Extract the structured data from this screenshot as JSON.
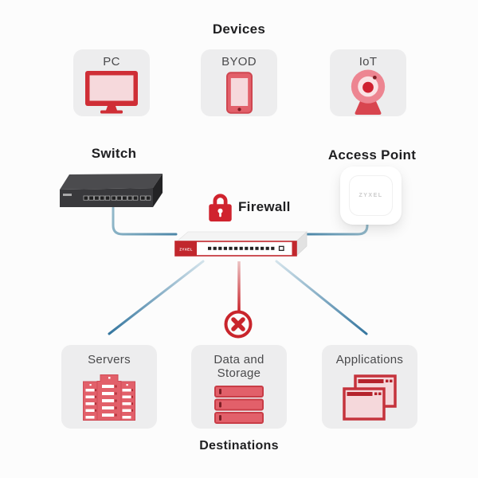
{
  "title_top": "Devices",
  "title_bottom": "Destinations",
  "cards_top": [
    {
      "label": "PC",
      "icon": "pc-monitor-icon"
    },
    {
      "label": "BYOD",
      "icon": "smartphone-icon"
    },
    {
      "label": "IoT",
      "icon": "webcam-icon"
    }
  ],
  "cards_bottom": [
    {
      "label": "Servers",
      "icon": "servers-icon"
    },
    {
      "label": "Data and Storage",
      "icon": "storage-icon"
    },
    {
      "label": "Applications",
      "icon": "app-windows-icon"
    }
  ],
  "nodes": {
    "switch": "Switch",
    "access_point": "Access Point",
    "firewall": "Firewall"
  },
  "brand": {
    "firewall": "ZYXEL",
    "access_point": "ZYXEL"
  },
  "blocked_indicator": "x-circle (traffic blocked between firewall and Data and Storage)",
  "colors": {
    "accent_red": "#c9252c",
    "salmon": "#e2606a",
    "pink_fill": "#f6d9dc",
    "line_blue": "#4d87a8",
    "card_bg": "#ededee",
    "switch_dark": "#39393c",
    "text_dark": "#1f1f21",
    "text_label": "#4a4a4c"
  }
}
